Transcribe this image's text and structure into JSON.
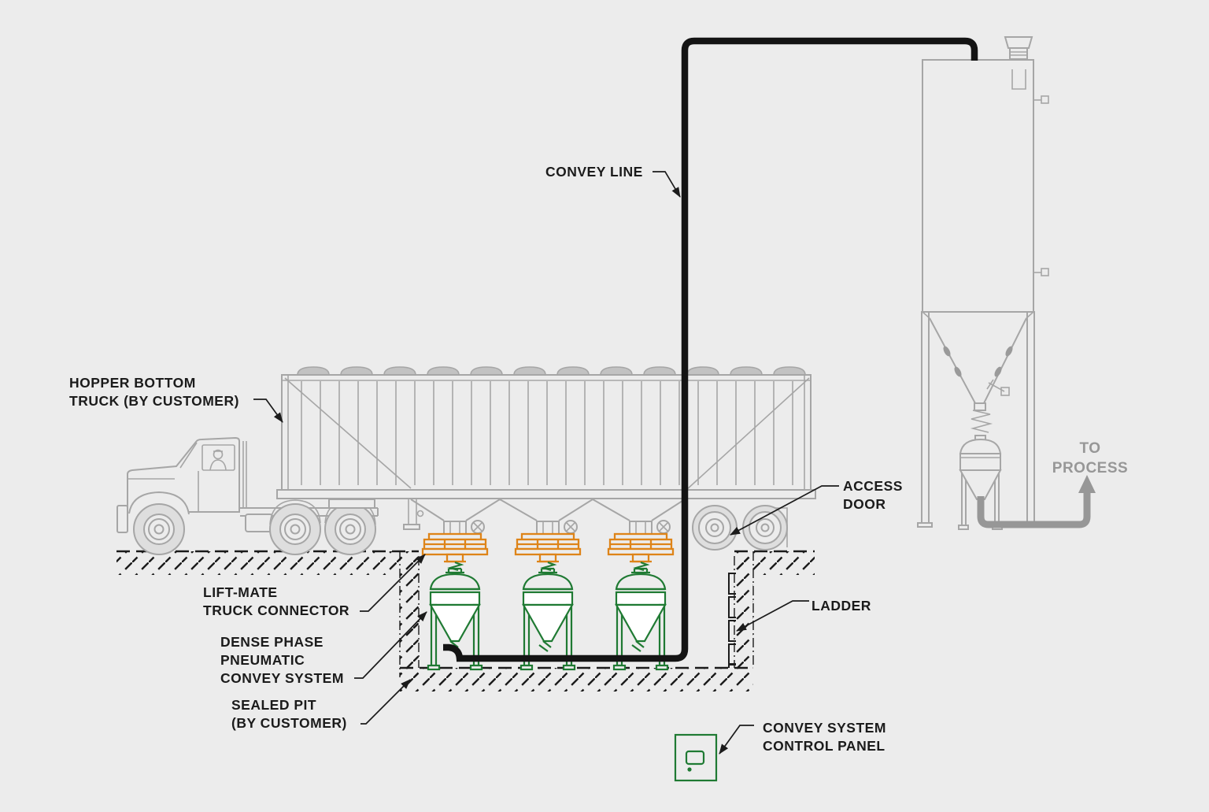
{
  "title": "Dense phase pneumatic convey system diagram",
  "colors": {
    "background": "#ececec",
    "equipment": "#a6a6a6",
    "ink": "#1b1b1b",
    "convey": "#141414",
    "orange": "#de8418",
    "green": "#1f7a33",
    "process_gray": "#979797"
  },
  "labels": {
    "hopper_truck": {
      "line1": "HOPPER BOTTOM",
      "line2": "TRUCK (BY CUSTOMER)"
    },
    "convey_line": {
      "line1": "CONVEY LINE"
    },
    "access_door": {
      "line1": "ACCESS",
      "line2": "DOOR"
    },
    "ladder": {
      "line1": "LADDER"
    },
    "lift_mate": {
      "line1": "LIFT-MATE",
      "line2": "TRUCK CONNECTOR"
    },
    "dense_phase": {
      "line1": "DENSE PHASE",
      "line2": "PNEUMATIC",
      "line3": "CONVEY SYSTEM"
    },
    "sealed_pit": {
      "line1": "SEALED PIT",
      "line2": "(BY CUSTOMER)"
    },
    "control_panel": {
      "line1": "CONVEY SYSTEM",
      "line2": "CONTROL PANEL"
    },
    "to_process": {
      "line1": "TO",
      "line2": "PROCESS"
    }
  },
  "equipment_names": {
    "truck": "hopper bottom truck",
    "connectors": "lift-mate truck connectors (3)",
    "vessels": "dense phase pneumatic convey vessels (3)",
    "pit": "sealed pit",
    "silo": "storage silo",
    "panel": "convey system control panel"
  }
}
